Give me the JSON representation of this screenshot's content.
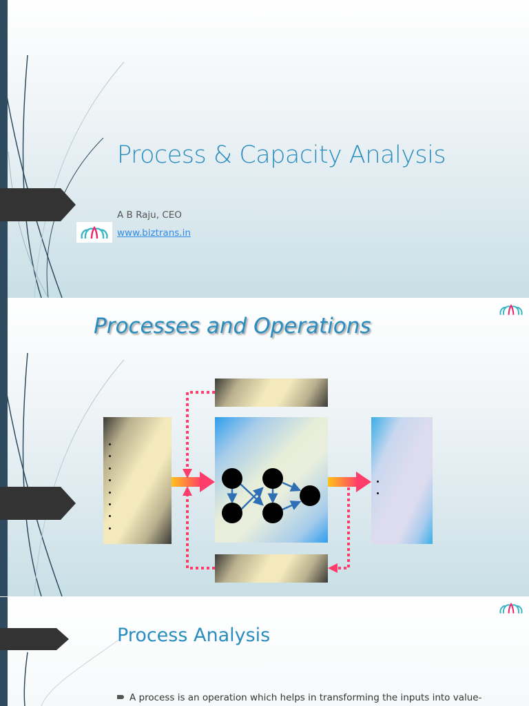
{
  "slides": [
    {
      "title": "Process & Capacity Analysis",
      "author": "A B Raju, CEO",
      "link": "www.biztrans.in",
      "logo_icon": "lotus-logo-icon"
    },
    {
      "title": "Processes and Operations",
      "diagram": {
        "input_box_bullets": 8,
        "output_box_bullets": 2,
        "network_nodes": 5,
        "colors": {
          "arrow_start": "#ffc21a",
          "arrow_end": "#ff3d6a",
          "dotted_feedback": "#ff3d6a",
          "node": "#000000",
          "edge": "#2f6fb5"
        }
      },
      "logo_icon": "lotus-logo-icon"
    },
    {
      "title": "Process Analysis",
      "bullets": [
        "A process is an operation which helps in transforming the inputs into value-"
      ],
      "logo_icon": "lotus-logo-icon"
    }
  ],
  "colors": {
    "title": "#2a8cbf",
    "left_bar": "#2d4a5e",
    "tab_arrow": "#333333",
    "link": "#2f8be6"
  }
}
